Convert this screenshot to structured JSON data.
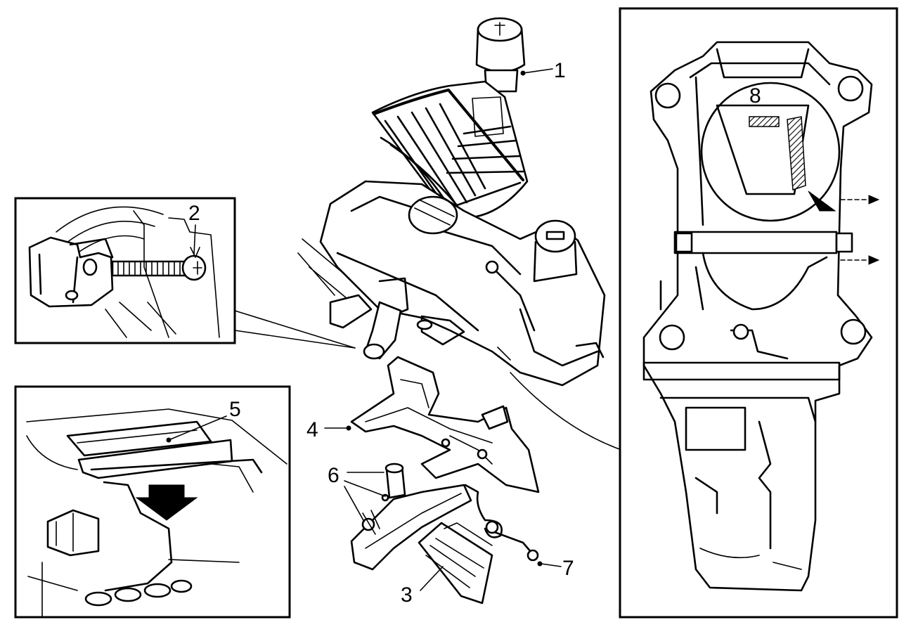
{
  "callouts": {
    "c1": "1",
    "c2": "2",
    "c3": "3",
    "c4": "4",
    "c5": "5",
    "c6": "6",
    "c7": "7",
    "c8": "8"
  },
  "colors": {
    "ink": "#000000",
    "paper": "#ffffff"
  },
  "icons": {
    "push_direction": "arrow-down-icon",
    "pull_direction": "arrow-right-icon"
  }
}
